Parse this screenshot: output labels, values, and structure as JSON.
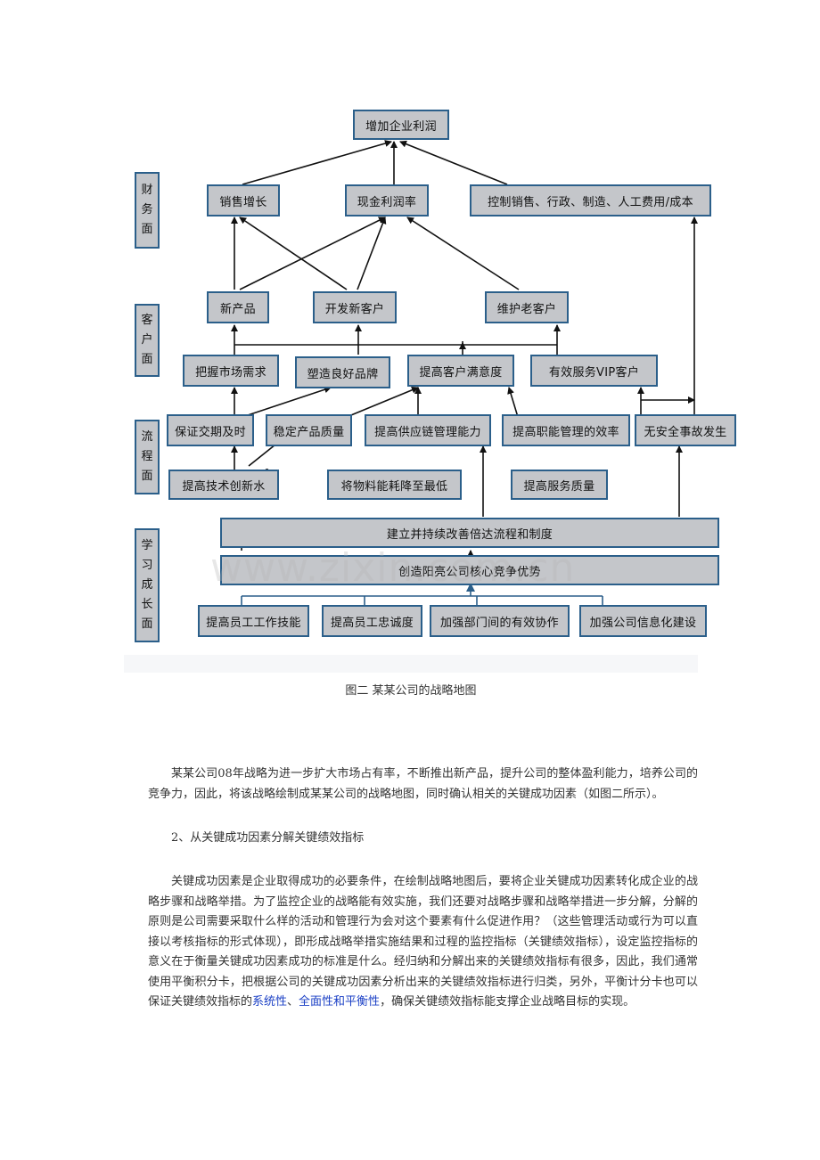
{
  "diagram": {
    "bands": {
      "finance": "财务面",
      "customer": "客户面",
      "process": "流程面",
      "learning": "学习成长面"
    },
    "nodes": {
      "top": "增加企业利润",
      "sales_growth": "销售增长",
      "cash_profit": "现金利润率",
      "cost_control": "控制销售、行政、制造、人工费用/成本",
      "new_product": "新产品",
      "new_customer": "开发新客户",
      "keep_customer": "维护老客户",
      "market_demand": "把握市场需求",
      "brand": "塑造良好品牌",
      "satisfaction": "提高客户满意度",
      "vip": "有效服务VIP客户",
      "delivery": "保证交期及时",
      "quality": "稳定产品质量",
      "supply_chain": "提高供应链管理能力",
      "efficiency": "提高职能管理的效率",
      "safety": "无安全事故发生",
      "innovation": "提高技术创新水",
      "cost_loss": "将物料能耗降至最低",
      "service_quality": "提高服务质量",
      "process_system": "建立并持续改善倍达流程和制度",
      "core_advantage": "创造阳亮公司核心竞争优势",
      "skills": "提高员工工作技能",
      "loyalty": "提高员工忠诚度",
      "collaboration": "加强部门间的有效协作",
      "it": "加强公司信息化建设"
    },
    "watermark": "www.zixin.com.cn"
  },
  "caption": "图二 某某公司的战略地图",
  "paragraphs": {
    "p1": "某某公司08年战略为进一步扩大市场占有率，不断推出新产品，提升公司的整体盈利能力，培养公司的竞争力，因此，将该战略绘制成某某公司的战略地图，同时确认相关的关键成功因素（如图二所示）。",
    "heading2": "2、从关键成功因素分解关键绩效指标",
    "p2_a": "关键成功因素是企业取得成功的必要条件，在绘制战略地图后，要将企业关键成功因素转化成企业的战略步骤和战略举措。为了监控企业的战略能有效实施，我们还要对战略步骤和战略举措进一步分解，分解的原则是公司需要采取什么样的活动和管理行为会对这个要素有什么促进作用？（这些管理活动或行为可以直接以考核指标的形式体现），即形成战略举措实施结果和过程的监控指标（关键绩效指标），设定监控指标的意义在于衡量关键成功因素成功的标准是什么。经归纳和分解出来的关键绩效指标有很多，因此，我们通常使用平衡积分卡，把根据公司的关键成功因素分析出来的关键绩效指标进行归类，另外，平衡计分卡也可以保证关键绩效指标的",
    "p2_link1": "系统性",
    "p2_sep": "、",
    "p2_link2": "全面性和平衡性",
    "p2_b": "，确保关键绩效指标能支撑企业战略目标的实现。"
  }
}
